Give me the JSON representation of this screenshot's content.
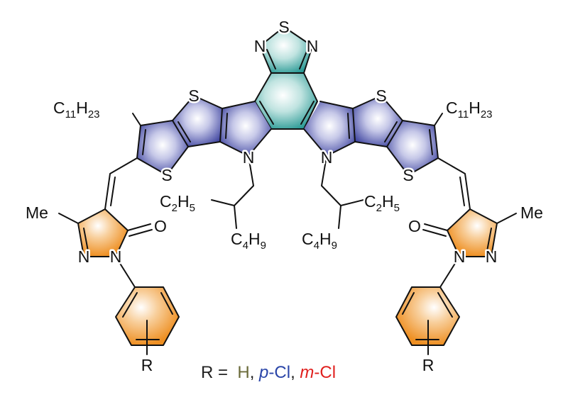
{
  "molecule": {
    "atoms": {
      "S": "S",
      "N": "N",
      "O": "O",
      "Me": "Me",
      "R": "R"
    },
    "undecyl": {
      "c": "C",
      "c_n": "11",
      "h": "H",
      "h_n": "23"
    },
    "ethyl": {
      "c": "C",
      "c_n": "2",
      "h": "H",
      "h_n": "5"
    },
    "butyl": {
      "c": "C",
      "c_n": "4",
      "h": "H",
      "h_n": "9"
    },
    "colors": {
      "core": "#2a9a95",
      "donor": "#3b419e",
      "end_group": "#f0962a"
    }
  },
  "legend": {
    "prefix": "R = ",
    "items": [
      {
        "text_italic": "",
        "text": "H",
        "color": "#6b6b3a",
        "sep": ", "
      },
      {
        "text_italic": "p",
        "text": "-Cl",
        "color": "#2a45a8",
        "sep": ", "
      },
      {
        "text_italic": "m",
        "text": "-Cl",
        "color": "#e0201e",
        "sep": ""
      }
    ]
  }
}
